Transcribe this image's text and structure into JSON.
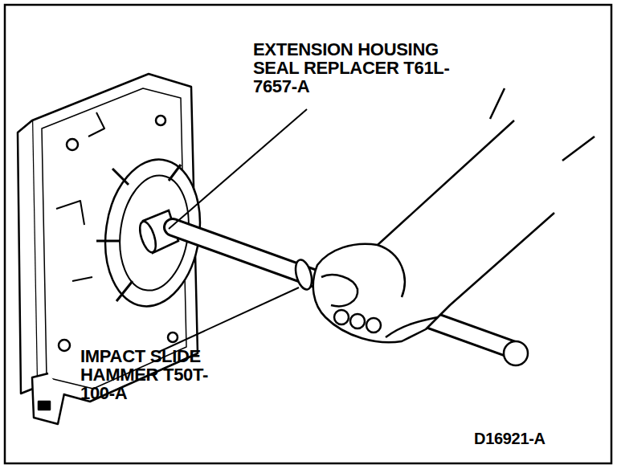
{
  "diagram": {
    "labels": [
      "EXTENSION HOUSING SEAL REPLACER T61L-7657-A",
      "IMPACT SLIDE HAMMER T50T-100-A",
      "D16921-A"
    ]
  }
}
